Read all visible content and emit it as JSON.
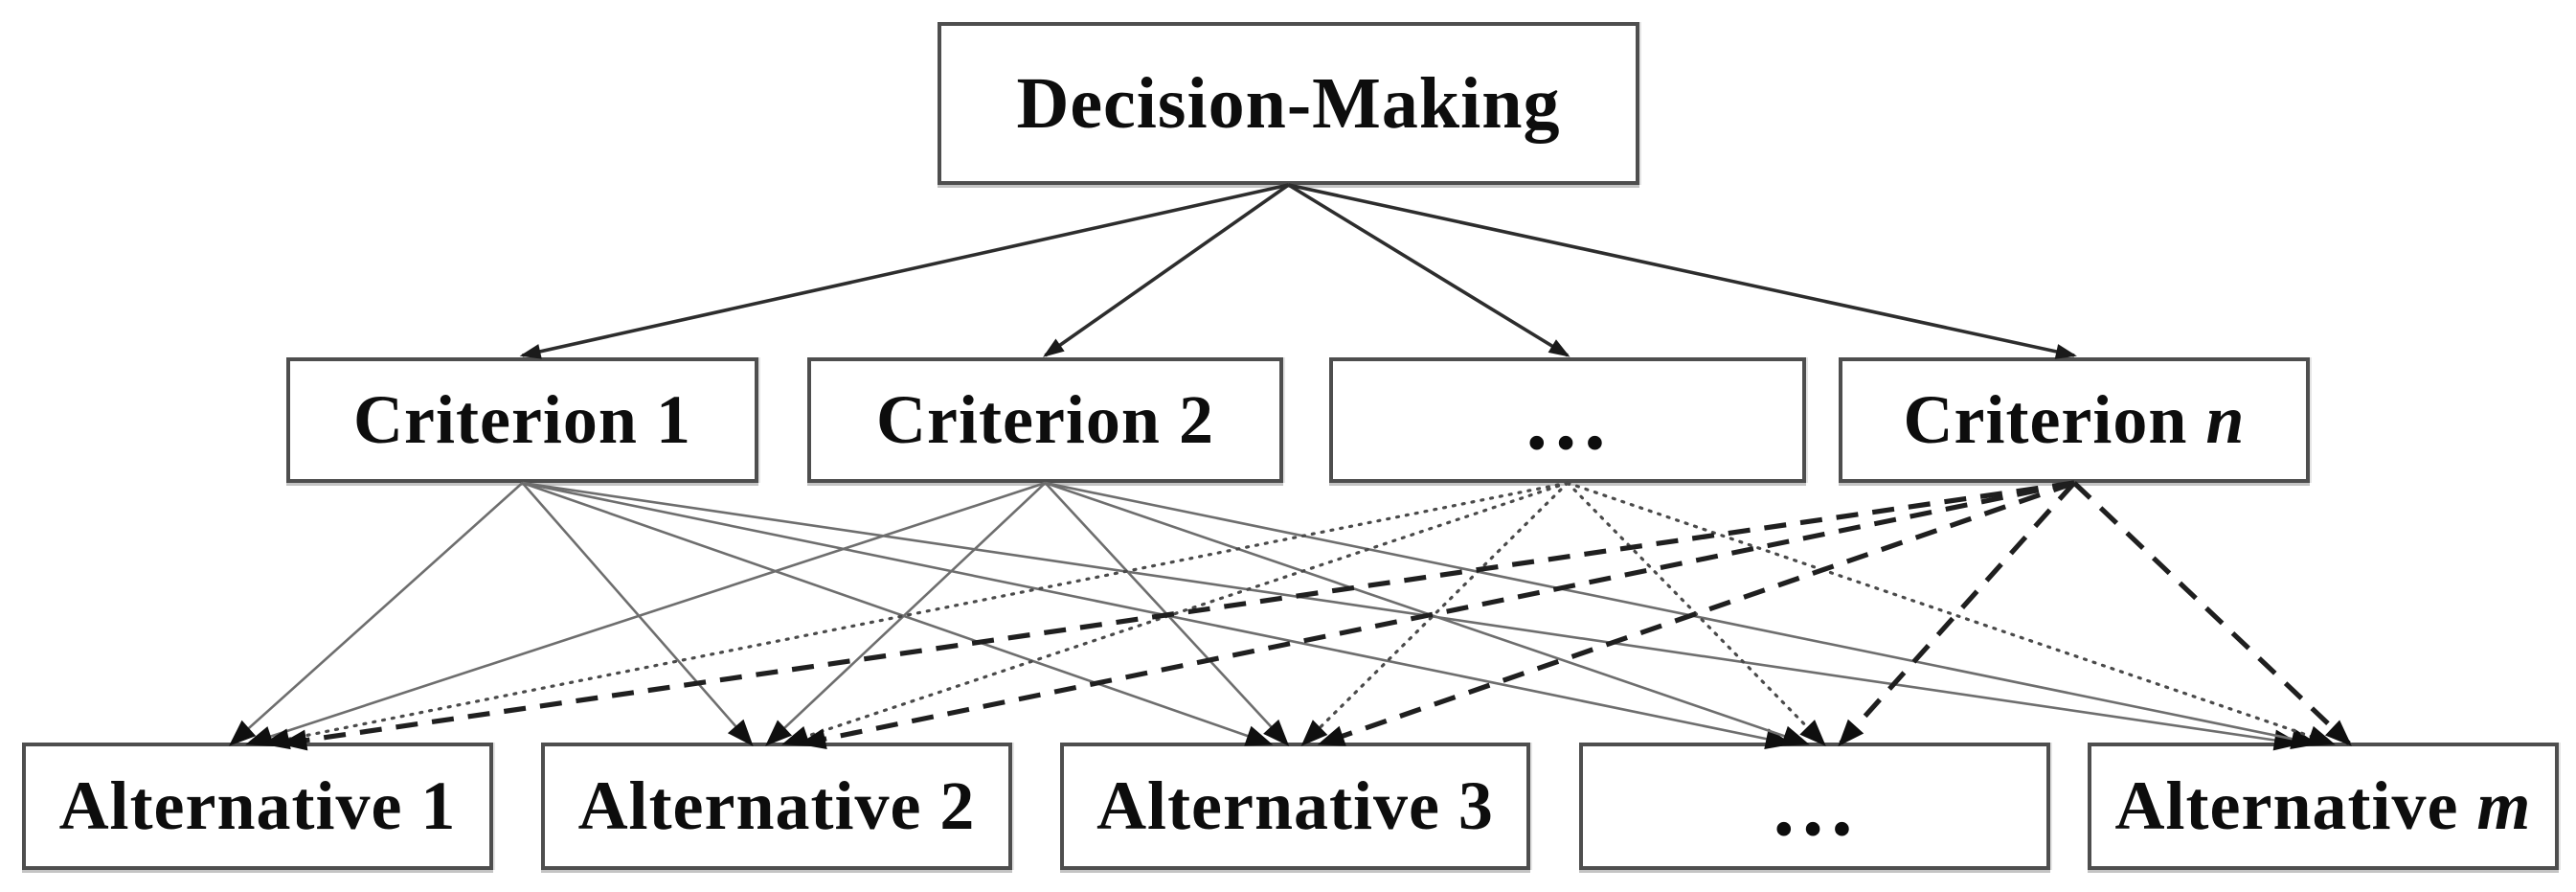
{
  "diagram": {
    "background_color": "#ffffff",
    "box_border_color": "#4e4e4e",
    "text_color": "#0d0d0d",
    "line_colors": {
      "goal_arrows": "#2d2d2d",
      "solid": "#6e6e6e",
      "dotted": "#4a4a4a",
      "dashed": "#1f1f1f",
      "arrowhead": "#0f0f0f"
    }
  },
  "nodes": {
    "goal": {
      "id": "goal",
      "label": "Decision-Making",
      "suffix": ""
    },
    "criteria": [
      {
        "id": "c1",
        "label": "Criterion 1",
        "suffix": ""
      },
      {
        "id": "c2",
        "label": "Criterion 2",
        "suffix": ""
      },
      {
        "id": "c3",
        "label": "…",
        "suffix": ""
      },
      {
        "id": "c4",
        "label": "Criterion ",
        "suffix": "n"
      }
    ],
    "alternatives": [
      {
        "id": "a1",
        "label": "Alternative 1",
        "suffix": ""
      },
      {
        "id": "a2",
        "label": "Alternative 2",
        "suffix": ""
      },
      {
        "id": "a3",
        "label": "Alternative 3",
        "suffix": ""
      },
      {
        "id": "a4",
        "label": "…",
        "suffix": ""
      },
      {
        "id": "a5",
        "label": "Alternative ",
        "suffix": "m"
      }
    ]
  },
  "edges": {
    "goal_to_criteria": {
      "from": "goal",
      "style": "goal",
      "to": [
        "c1",
        "c2",
        "c3",
        "c4"
      ]
    },
    "criteria_to_alternatives": [
      {
        "from": "c1",
        "style": "solid",
        "to": [
          "a1",
          "a2",
          "a3",
          "a4",
          "a5"
        ]
      },
      {
        "from": "c2",
        "style": "solid",
        "to": [
          "a1",
          "a2",
          "a3",
          "a4",
          "a5"
        ]
      },
      {
        "from": "c3",
        "style": "dotted",
        "to": [
          "a1",
          "a2",
          "a3",
          "a4",
          "a5"
        ]
      },
      {
        "from": "c4",
        "style": "dashed",
        "to": [
          "a1",
          "a2",
          "a3",
          "a4",
          "a5"
        ]
      }
    ]
  }
}
